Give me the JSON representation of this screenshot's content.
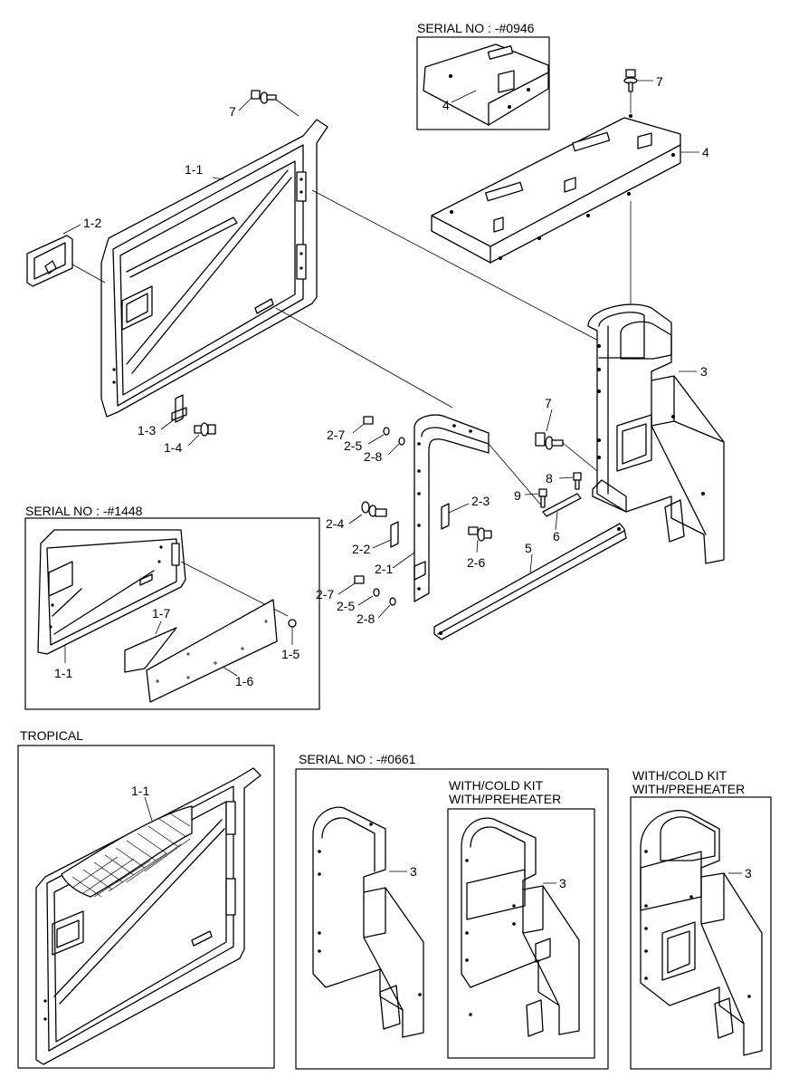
{
  "captions": {
    "serial_0946": "SERIAL NO : -#0946",
    "serial_1448": "SERIAL NO : -#1448",
    "tropical": "TROPICAL",
    "serial_0661": "SERIAL NO : -#0661",
    "cold_kit_1": "WITH/COLD KIT",
    "preheater_1": "WITH/PREHEATER",
    "cold_kit_2": "WITH/COLD KIT",
    "preheater_2": "WITH/PREHEATER"
  },
  "callouts": {
    "c1_1_main": "1-1",
    "c1_2": "1-2",
    "c1_3": "1-3",
    "c1_4": "1-4",
    "c7_top_left": "7",
    "c7_top_right": "7",
    "c7_mid": "7",
    "c4_main": "4",
    "c4_inset": "4",
    "c3_main": "3",
    "c2_7a": "2-7",
    "c2_5a": "2-5",
    "c2_8a": "2-8",
    "c2_3": "2-3",
    "c2_4": "2-4",
    "c2_2": "2-2",
    "c2_1": "2-1",
    "c2_6": "2-6",
    "c2_7b": "2-7",
    "c2_5b": "2-5",
    "c2_8b": "2-8",
    "c8": "8",
    "c9": "9",
    "c6": "6",
    "c5": "5",
    "c1_7": "1-7",
    "c1_5": "1-5",
    "c1_6": "1-6",
    "c1_1_inset": "1-1",
    "c1_1_tropical": "1-1",
    "c3_a": "3",
    "c3_b": "3",
    "c3_c": "3"
  }
}
